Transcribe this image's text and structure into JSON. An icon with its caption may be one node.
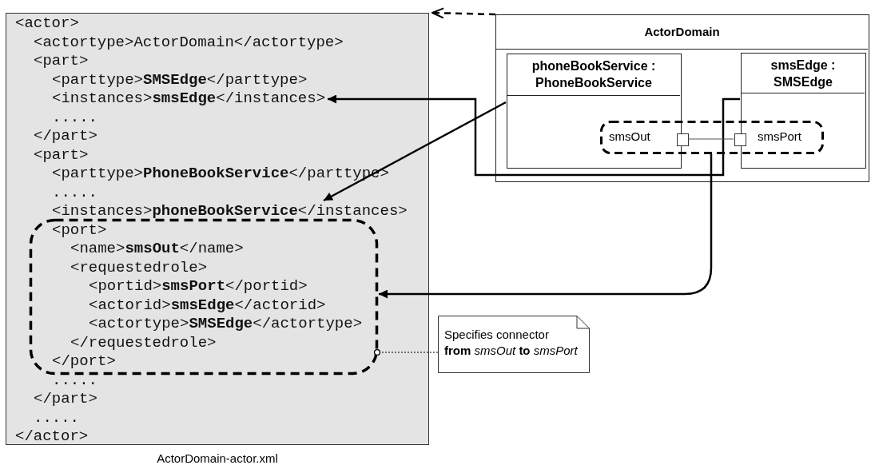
{
  "diagram": {
    "nodes": [
      {
        "text": [
          "<actor>",
          "<actortype>ActorDomain</actortype>",
          "<part>",
          "<parttype>**SMSEdge**</parttype>",
          ".....",
          "</part>",
          "<part>",
          "<parttype>**PhoneBookService**</parttype>",
          ".....",
          ".....",
          "</part>",
          ".....",
          "</actor>"
        ],
        "beside": [
          "ActorDomain-actor.xml"
        ]
      },
      {
        "text": [
          "<instances>**smsEdge**</instances>"
        ],
        "in": 0
      },
      {
        "text": [
          "<instances>**phoneBookService**</instances>"
        ],
        "in": 0
      },
      {
        "text": [
          "<port>",
          "<name>**smsOut**</name>",
          "<requestedrole>",
          "<portid>**smsPort**</portid>",
          "<actorid>**smsEdge**</actorid>",
          "<actortype>**SMSEdge**</actortype>",
          "</requestedrole>",
          "</port>"
        ],
        "in": 0
      },
      {
        "text": [
          "ActorDomain"
        ]
      },
      {
        "text": [
          "phoneBookService : PhoneBookService"
        ],
        "in": 4
      },
      {
        "text": [
          "smsEdge : SMSEdge"
        ],
        "in": 4
      },
      {
        "text": [],
        "shape": "box",
        "in": 4
      },
      {
        "text": [],
        "shape": "box",
        "in": 7
      },
      {
        "text": [],
        "shape": "box",
        "in": 7
      },
      {
        "text": [
          "Specifies connector **from** *smsOut* **to** *smsPort*"
        ]
      }
    ],
    "edges": [
      {
        "from": 4,
        "to": 0,
        "arrow": "to",
        "style": "dashed"
      },
      {
        "from": 6,
        "to": 1,
        "arrow": "to"
      },
      {
        "from": 5,
        "to": 2,
        "arrow": "to"
      },
      {
        "from": 7,
        "to": 3,
        "arrow": "to"
      },
      {
        "from": 8,
        "to": 9,
        "arrow": "none"
      },
      {
        "from": 10,
        "to": 3,
        "arrow": "other",
        "style": "dashed"
      }
    ],
    "labels": [
      "smsOut",
      "smsPort"
    ]
  }
}
